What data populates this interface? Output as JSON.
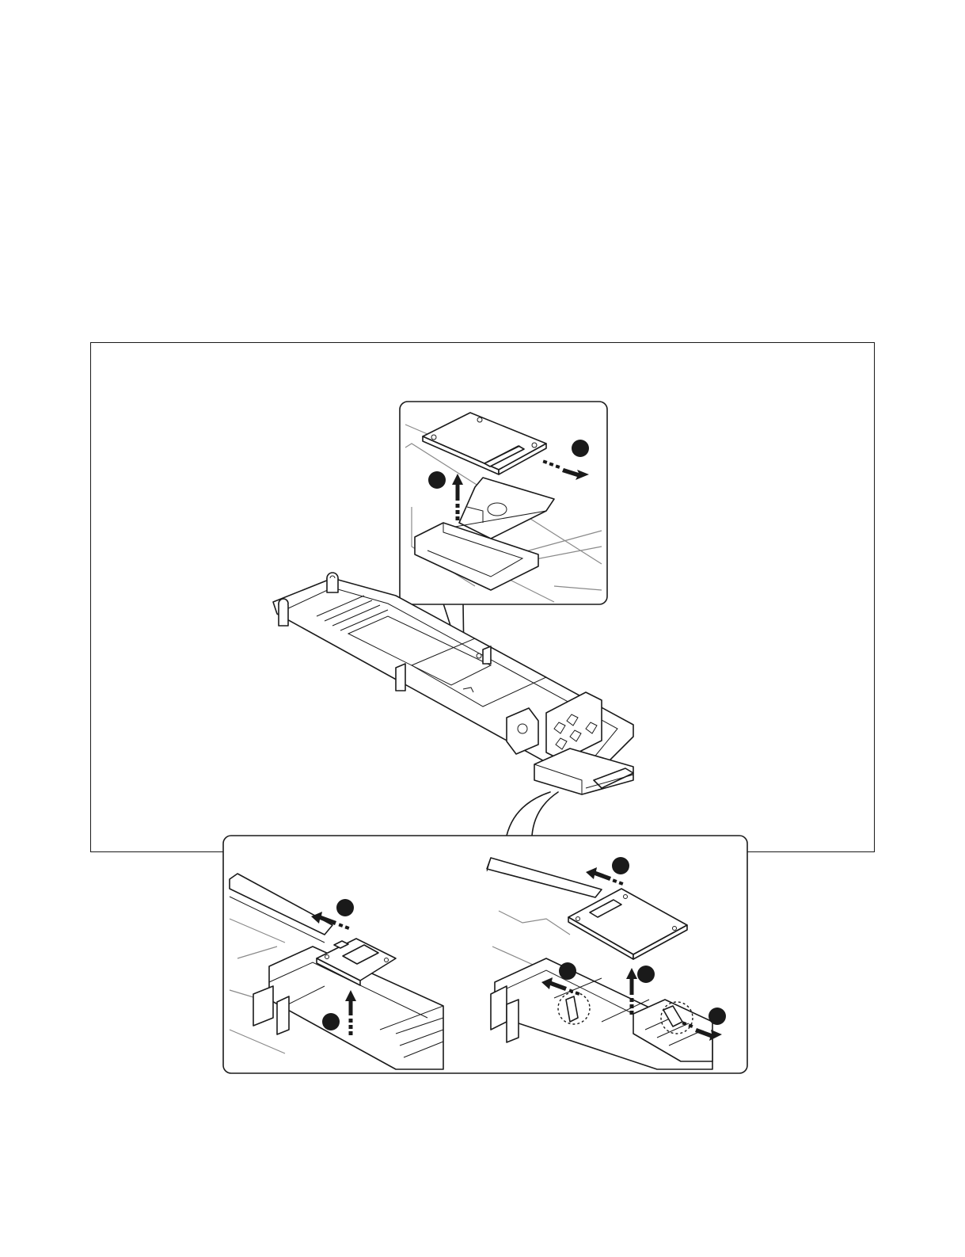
{
  "figure": {
    "frame_color": "#1a1a1a",
    "badge_color": "#1a1a1a",
    "step_badges": [
      {
        "id": "top-detail-badge-1"
      },
      {
        "id": "top-detail-badge-2"
      },
      {
        "id": "left-detail-badge-1"
      },
      {
        "id": "left-detail-badge-2"
      },
      {
        "id": "right-detail-badge-1"
      },
      {
        "id": "right-detail-badge-2"
      },
      {
        "id": "right-detail-badge-3"
      },
      {
        "id": "right-detail-badge-4"
      }
    ],
    "callouts": [
      "top-detail-callout",
      "bottom-detail-callout"
    ],
    "icons": [
      "lift-up-arrow-icon",
      "slide-out-arrow-icon",
      "latch-release-circle-icon"
    ]
  }
}
